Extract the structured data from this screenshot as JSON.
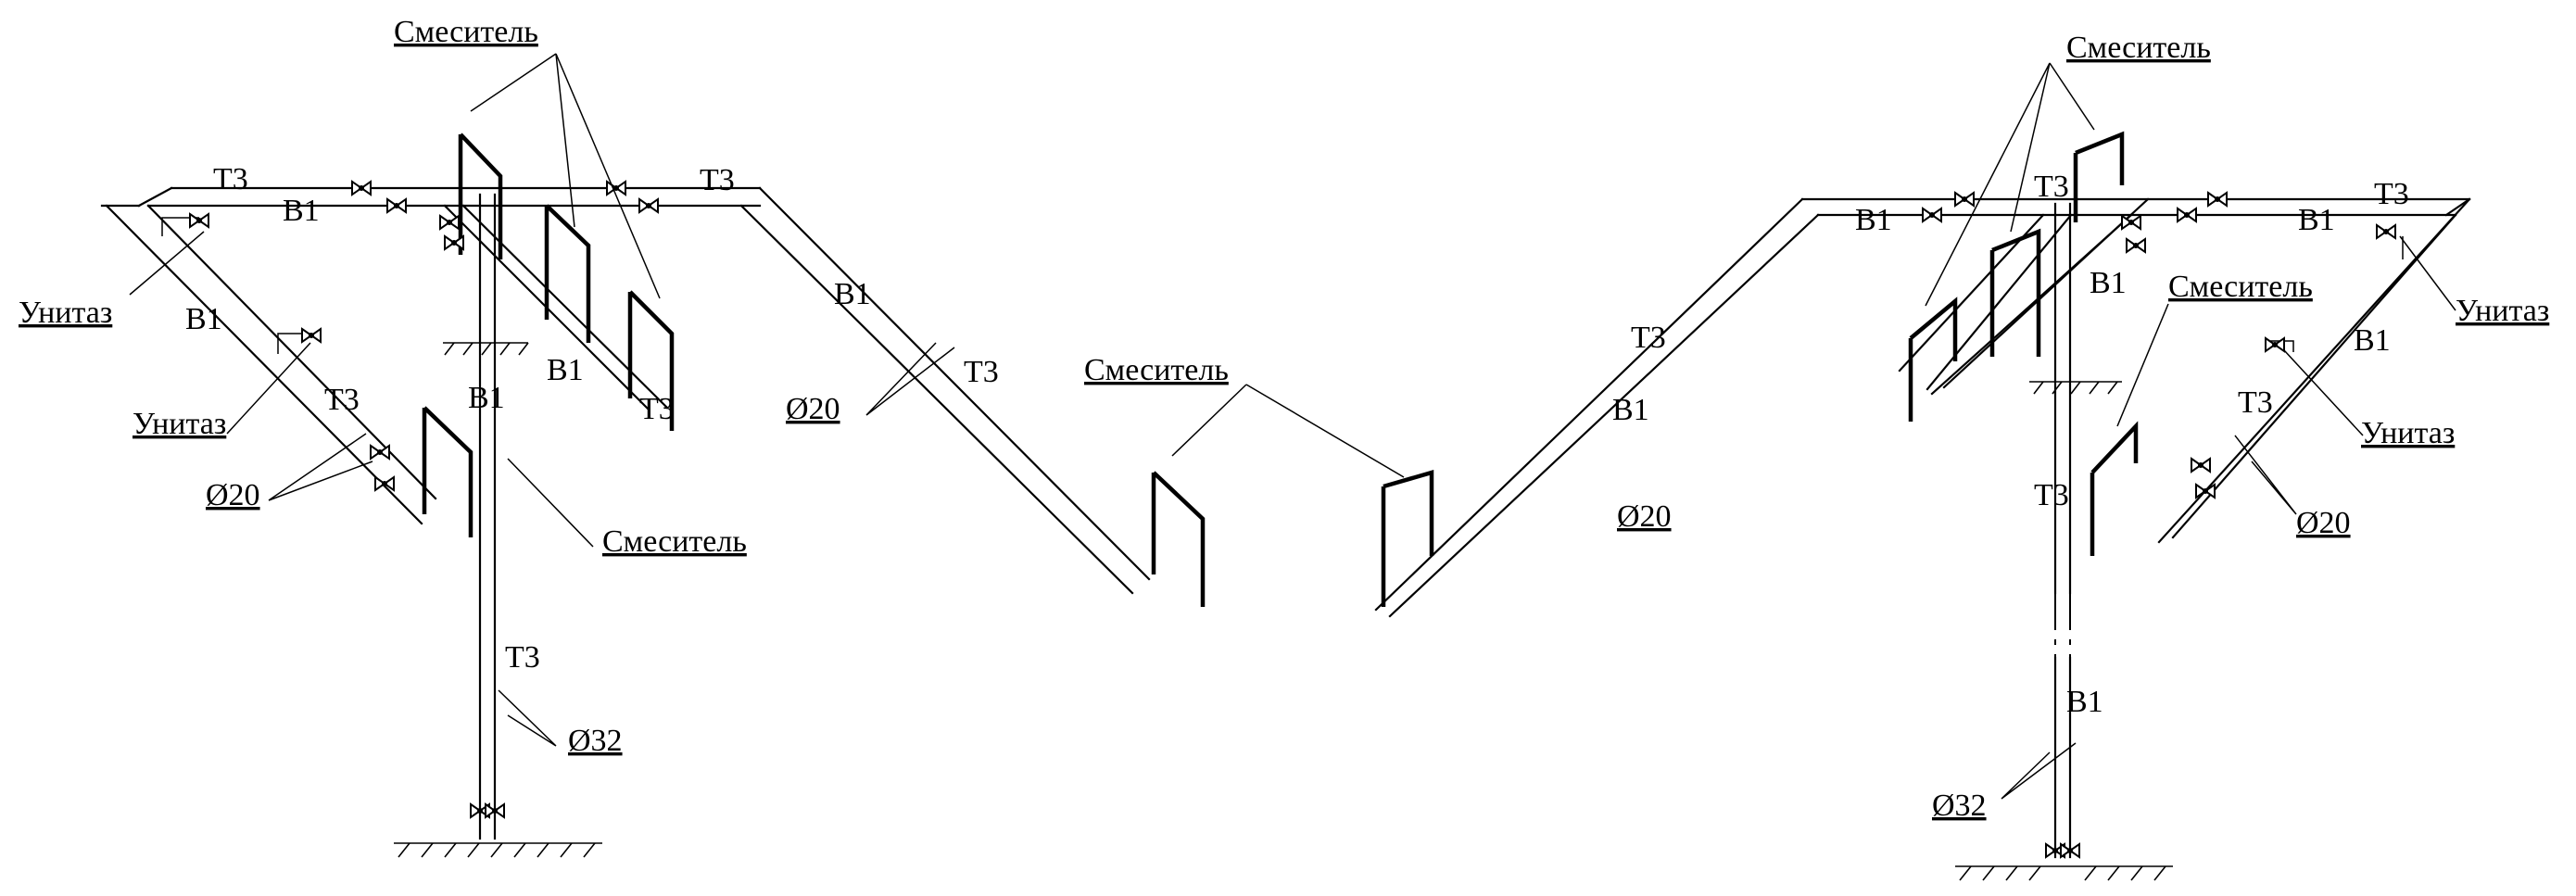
{
  "labels": {
    "mixer": "Смеситель",
    "toilet": "Унитаз",
    "pipe_t3": "Т3",
    "pipe_b1": "В1",
    "d20": "Ø20",
    "d32": "Ø32"
  }
}
